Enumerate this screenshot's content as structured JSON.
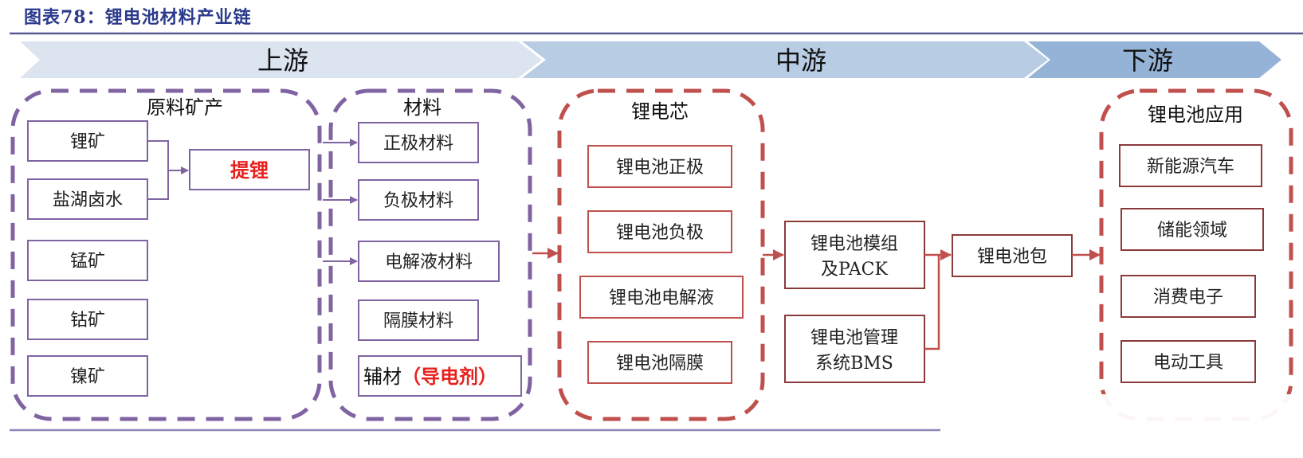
{
  "title": "图表78：锂电池材料产业链",
  "colors": {
    "title": "#2b3a8c",
    "upstream_arrow": "#dbe4ef",
    "midstream_arrow": "#b8cce4",
    "downstream_arrow": "#95b3d7",
    "purple": "#8064a2",
    "red": "#c0504d",
    "highlight_red": "#e8201c"
  },
  "stages": [
    {
      "id": "upstream",
      "label": "上游"
    },
    {
      "id": "midstream",
      "label": "中游"
    },
    {
      "id": "downstream",
      "label": "下游"
    }
  ],
  "groups": {
    "raw_minerals": {
      "title": "原料矿产",
      "items": [
        "锂矿",
        "盐湖卤水",
        "锰矿",
        "钴矿",
        "镍矿"
      ],
      "lithium_extraction": "提锂"
    },
    "materials": {
      "title": "材料",
      "items": [
        "正极材料",
        "负极材料",
        "电解液材料",
        "隔膜材料"
      ],
      "auxiliary": {
        "label": "辅材",
        "highlight": "（导电剂）"
      }
    },
    "cell": {
      "title": "锂电芯",
      "items": [
        "锂电池正极",
        "锂电池负极",
        "锂电池电解液",
        "锂电池隔膜"
      ]
    },
    "module": {
      "items": [
        {
          "line1": "锂电池模组",
          "line2": "及PACK"
        },
        {
          "line1": "锂电池管理",
          "line2": "系统BMS"
        }
      ],
      "pack": "锂电池包"
    },
    "applications": {
      "title": "锂电池应用",
      "items": [
        "新能源汽车",
        "储能领域",
        "消费电子",
        "电动工具"
      ]
    }
  }
}
